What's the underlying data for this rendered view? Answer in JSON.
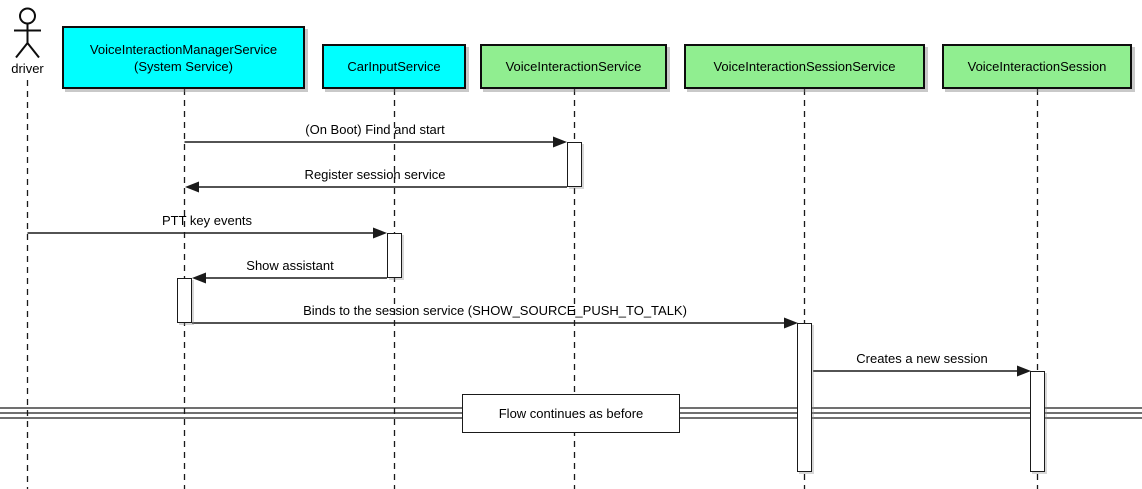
{
  "diagram": {
    "type": "uml-sequence-diagram",
    "actor": {
      "name": "driver"
    },
    "participants": [
      {
        "label": "VoiceInteractionManagerService",
        "sublabel": "(System Service)",
        "color": "#00FFFF"
      },
      {
        "label": "CarInputService",
        "color": "#00FFFF"
      },
      {
        "label": "VoiceInteractionService",
        "color": "#90EE90"
      },
      {
        "label": "VoiceInteractionSessionService",
        "color": "#90EE90"
      },
      {
        "label": "VoiceInteractionSession",
        "color": "#90EE90"
      }
    ],
    "messages": [
      {
        "label": "(On Boot) Find and start",
        "from": "VoiceInteractionManagerService (System Service)",
        "to": "VoiceInteractionService"
      },
      {
        "label": "Register session service",
        "from": "VoiceInteractionService",
        "to": "VoiceInteractionManagerService (System Service)"
      },
      {
        "label": "PTT key events",
        "from": "driver",
        "to": "CarInputService"
      },
      {
        "label": "Show assistant",
        "from": "CarInputService",
        "to": "VoiceInteractionManagerService (System Service)"
      },
      {
        "label": "Binds to the session service (SHOW_SOURCE_PUSH_TO_TALK)",
        "from": "VoiceInteractionManagerService (System Service)",
        "to": "VoiceInteractionSessionService"
      },
      {
        "label": "Creates a new session",
        "from": "VoiceInteractionSessionService",
        "to": "VoiceInteractionSession"
      }
    ],
    "divider": {
      "label": "Flow continues as before"
    },
    "colors": {
      "participant_cyan": "#00FFFF",
      "participant_green": "#90EE90",
      "line": "#000000",
      "background": "#FFFFFF"
    }
  }
}
